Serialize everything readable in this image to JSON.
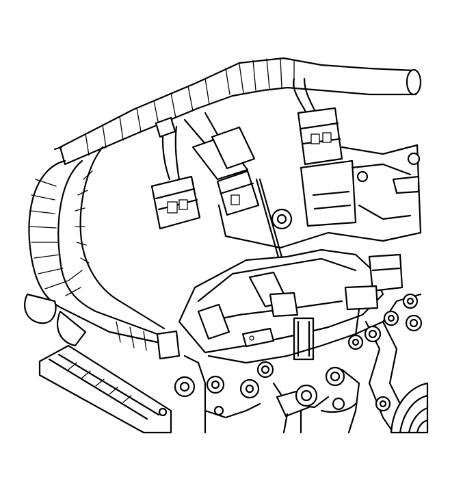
{
  "illustration": {
    "kind": "line-art",
    "colors": {
      "stroke": "#000000",
      "background": "#ffffff"
    },
    "parts": [
      "wiring-harness",
      "electrical-connector-left",
      "electrical-connector-center",
      "electrical-connector-right",
      "engine-cover",
      "sensor",
      "bolts",
      "pulley"
    ]
  }
}
